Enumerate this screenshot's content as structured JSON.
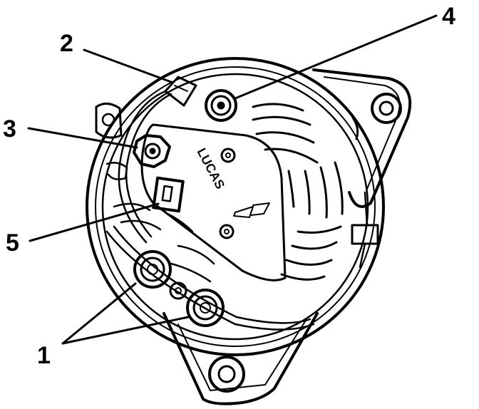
{
  "diagram": {
    "brand_marking": "LUCAS",
    "callouts": [
      {
        "id": "1",
        "label": "1"
      },
      {
        "id": "2",
        "label": "2"
      },
      {
        "id": "3",
        "label": "3"
      },
      {
        "id": "4",
        "label": "4"
      },
      {
        "id": "5",
        "label": "5"
      }
    ]
  }
}
